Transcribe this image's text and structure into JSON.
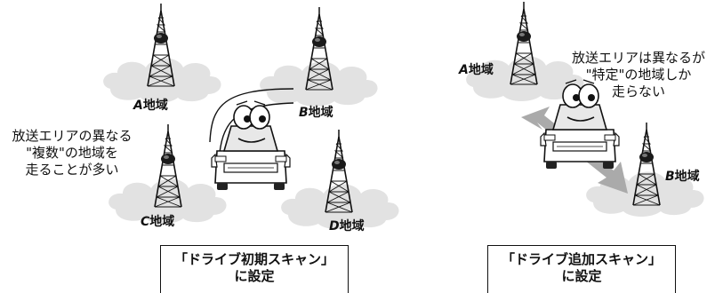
{
  "left_scene": {
    "regions": {
      "a": {
        "letter": "A",
        "suffix": "地域"
      },
      "b": {
        "letter": "B",
        "suffix": "地域"
      },
      "c": {
        "letter": "C",
        "suffix": "地域"
      },
      "d": {
        "letter": "D",
        "suffix": "地域"
      }
    },
    "caption_lines": [
      "放送エリアの異なる",
      "\"複数\"の地域を",
      "走ることが多い"
    ],
    "label_box": {
      "line1": "「ドライブ初期スキャン」",
      "line2": "に設定"
    }
  },
  "right_scene": {
    "regions": {
      "a": {
        "letter": "A",
        "suffix": "地域"
      },
      "b": {
        "letter": "B",
        "suffix": "地域"
      }
    },
    "caption_lines": [
      "放送エリアは異なるが",
      "\"特定\"の地域しか",
      "走らない"
    ],
    "label_box": {
      "line1": "「ドライブ追加スキャン」",
      "line2": "に設定"
    }
  },
  "colors": {
    "cloud": "#e2e2e2",
    "tower": "#1a1a1a",
    "arrow": "#aaaaaa",
    "car_glass": "#e8e8e8"
  },
  "icons": [
    "radio-tower-icon",
    "car-icon",
    "cloud-icon",
    "double-arrow-icon"
  ]
}
